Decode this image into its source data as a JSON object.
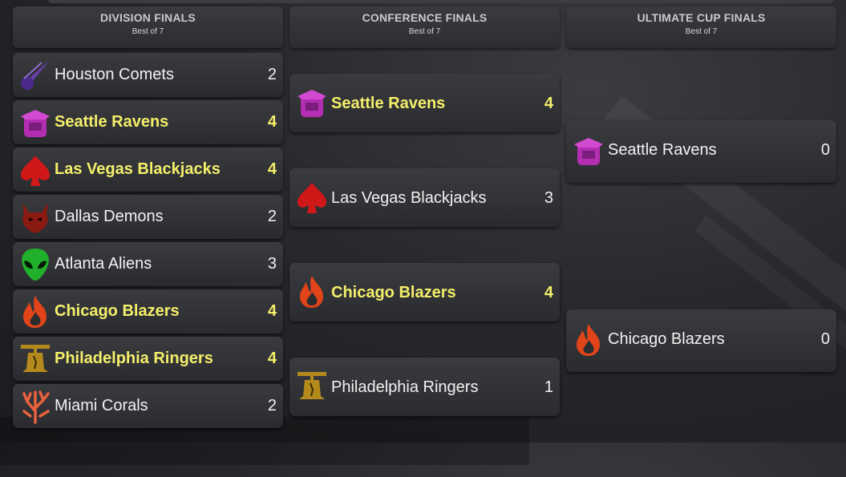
{
  "rounds": [
    {
      "title": "DIVISION FINALS",
      "subtitle": "Best of 7"
    },
    {
      "title": "CONFERENCE FINALS",
      "subtitle": "Best of 7"
    },
    {
      "title": "ULTIMATE CUP FINALS",
      "subtitle": "Best of 7"
    }
  ],
  "division": [
    {
      "team": "Houston Comets",
      "score": "2",
      "icon": "comet-icon",
      "color": "#6a3fb0"
    },
    {
      "team": "Seattle Ravens",
      "score": "4",
      "icon": "raven-icon",
      "color": "#b42eb4"
    },
    {
      "team": "Las Vegas Blackjacks",
      "score": "4",
      "icon": "spade-icon",
      "color": "#d01818"
    },
    {
      "team": "Dallas Demons",
      "score": "2",
      "icon": "demon-icon",
      "color": "#8a1a12"
    },
    {
      "team": "Atlanta Aliens",
      "score": "3",
      "icon": "alien-icon",
      "color": "#21b02c"
    },
    {
      "team": "Chicago Blazers",
      "score": "4",
      "icon": "flame-icon",
      "color": "#e2441a"
    },
    {
      "team": "Philadelphia Ringers",
      "score": "4",
      "icon": "bell-icon",
      "color": "#b58a1c"
    },
    {
      "team": "Miami Corals",
      "score": "2",
      "icon": "coral-icon",
      "color": "#e8613b"
    }
  ],
  "conference": [
    {
      "team": "Seattle Ravens",
      "score": "4",
      "icon": "raven-icon"
    },
    {
      "team": "Las Vegas Blackjacks",
      "score": "3",
      "icon": "spade-icon"
    },
    {
      "team": "Chicago Blazers",
      "score": "4",
      "icon": "flame-icon"
    },
    {
      "team": "Philadelphia Ringers",
      "score": "1",
      "icon": "bell-icon"
    }
  ],
  "ultimate": [
    {
      "team": "Seattle Ravens",
      "score": "0",
      "icon": "raven-icon"
    },
    {
      "team": "Chicago Blazers",
      "score": "0",
      "icon": "flame-icon"
    }
  ],
  "colors": {
    "winner_text": "#f4ef6a",
    "normal_text": "#f2f2f2",
    "header_text": "#c9cacc"
  }
}
